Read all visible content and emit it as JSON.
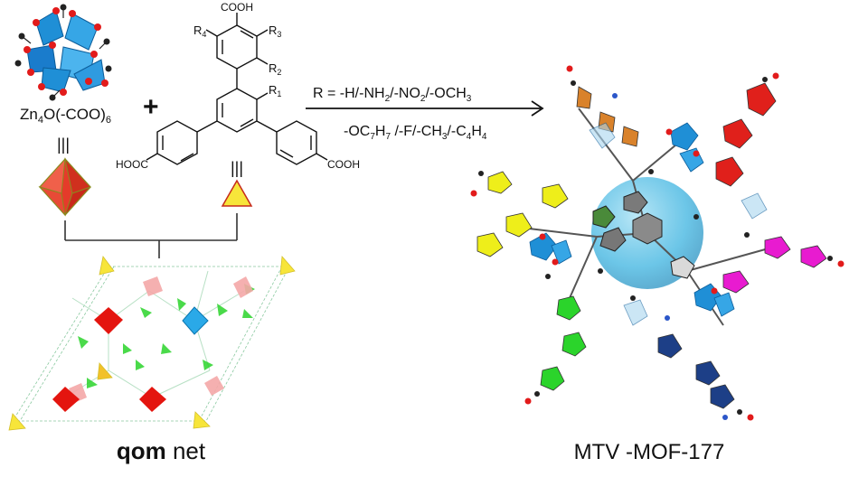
{
  "cluster": {
    "formula_main": "Zn",
    "sub1": "4",
    "mid": "O(-COO)",
    "sub2": "6"
  },
  "equiv_symbol": "|||",
  "plus": "+",
  "linker": {
    "cooh_top": "COOH",
    "r1": "R",
    "r1_sub": "1",
    "r2": "R",
    "r2_sub": "2",
    "r3": "R",
    "r3_sub": "3",
    "r4": "R",
    "r4_sub": "4",
    "hooc_left": "HOOC",
    "cooh_right": "COOH"
  },
  "arrow": {
    "line1": {
      "a": "R = -H/-NH",
      "a_sub": "2",
      "b": "/-NO",
      "b_sub": "2",
      "c": "/-OCH",
      "c_sub": "3"
    },
    "line2": {
      "a": "-OC",
      "a_sub": "7",
      "b": "H",
      "b_sub": "7",
      "c": " /-F/-CH",
      "c_sub": "3",
      "d": "/-C",
      "d_sub": "4",
      "e": "H",
      "e_sub": "4"
    }
  },
  "net_label": {
    "bold": "qom",
    "rest": " net"
  },
  "mof_label": "MTV -MOF-177",
  "colors": {
    "zn_blue": "#1f8fd6",
    "octahedron": "#e53b2a",
    "triangle": "#f7e53a",
    "sphere": "#3bb3e0",
    "arm_orange": "#d9822b",
    "arm_red": "#e0201b",
    "arm_yellow": "#eeee1a",
    "arm_magenta": "#e81bd0",
    "arm_green": "#2bd42b",
    "arm_navy": "#1d3f87",
    "arm_teal": "#6fc0dc"
  }
}
